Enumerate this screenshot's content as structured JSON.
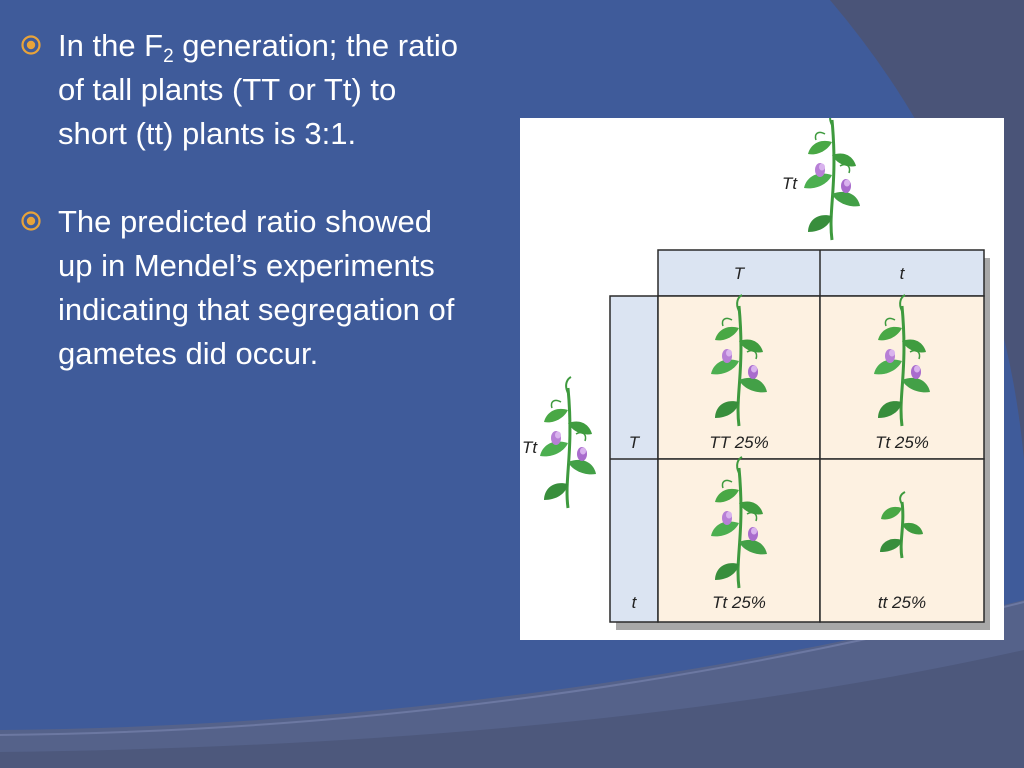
{
  "slide": {
    "colors": {
      "background": "#3f5b9a",
      "dark_band": "#4a5478",
      "bullet_accent": "#e8a33a",
      "header_cell": "#dbe4f2",
      "offspring_cell": "#fdf1e1"
    },
    "bullets": [
      {
        "pre": "In the F",
        "sub": "2",
        "post": " generation; the ratio of tall plants (TT or Tt) to short (tt) plants is 3:1."
      },
      {
        "text": "The predicted ratio showed up in Mendel’s experiments indicating that segregation of gametes did occur."
      }
    ],
    "punnett": {
      "top_parent": "Tt",
      "left_parent": "Tt",
      "top_alleles": [
        "T",
        "t"
      ],
      "left_alleles": [
        "T",
        "t"
      ],
      "cells": [
        {
          "label": "TT 25%",
          "plant": "tall"
        },
        {
          "label": "Tt 25%",
          "plant": "tall"
        },
        {
          "label": "Tt 25%",
          "plant": "tall"
        },
        {
          "label": "tt 25%",
          "plant": "short"
        }
      ]
    }
  }
}
